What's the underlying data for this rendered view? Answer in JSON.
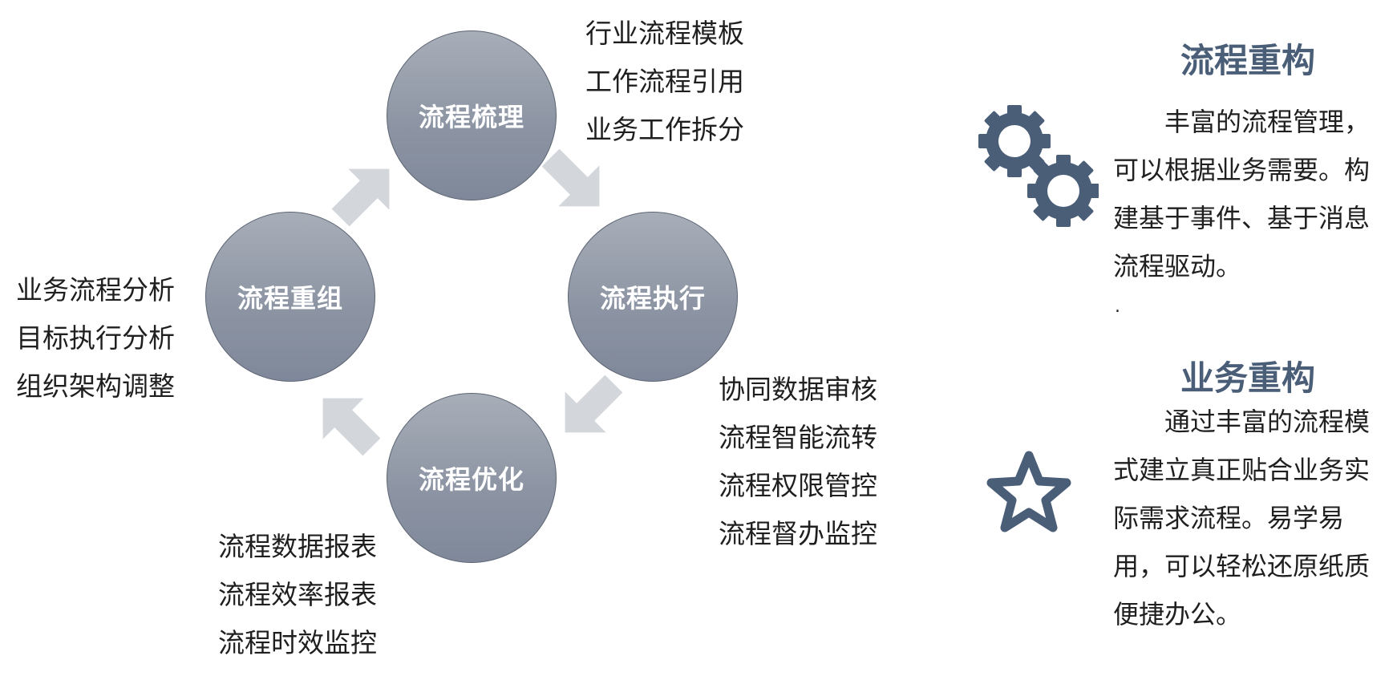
{
  "cycle": {
    "nodes": {
      "top": "流程梳理",
      "right": "流程执行",
      "bottom": "流程优化",
      "left": "流程重组"
    },
    "lists": {
      "top": [
        "行业流程模板",
        "工作流程引用",
        "业务工作拆分"
      ],
      "right": [
        "协同数据审核",
        "流程智能流转",
        "流程权限管控",
        "流程督办监控"
      ],
      "bottom": [
        "流程数据报表",
        "流程效率报表",
        "流程时效监控"
      ],
      "left": [
        "业务流程分析",
        "目标执行分析",
        "组织架构调整"
      ]
    }
  },
  "sections": [
    {
      "title": "流程重构",
      "icon": "gears-icon",
      "text": "丰富的流程管理，可以根据业务需要。构建基于事件、基于消息流程驱动。",
      "trailing": "."
    },
    {
      "title": "业务重构",
      "icon": "star-icon",
      "text": "通过丰富的流程模式建立真正贴合业务实际需求流程。易学易用，可以轻松还原纸质便捷办公。"
    }
  ],
  "colors": {
    "accent": "#4a5e78",
    "circle": "#8d95a4",
    "arrow": "#d3d6db"
  }
}
